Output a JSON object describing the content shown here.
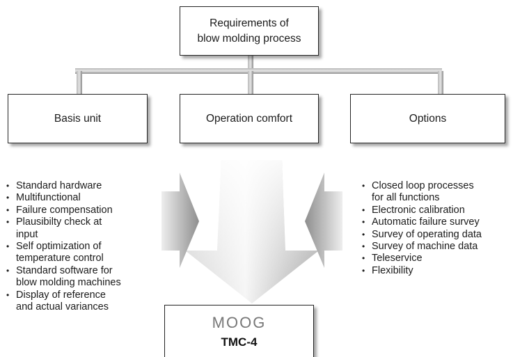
{
  "top_box": {
    "label": "Requirements of\nblow molding process"
  },
  "boxes": [
    {
      "label": "Basis unit"
    },
    {
      "label": "Operation comfort"
    },
    {
      "label": "Options"
    }
  ],
  "left_list": [
    "Standard hardware",
    "Multifunctional",
    "Failure compensation",
    "Plausibilty check at\ninput",
    "Self optimization of\ntemperature control",
    "Standard software for\nblow molding machines",
    "Display of reference\nand actual variances"
  ],
  "right_list": [
    "Closed loop processes\nfor all functions",
    "Electronic calibration",
    "Automatic failure survey",
    "Survey of operating data",
    "Survey of machine data",
    "Teleservice",
    "Flexibility"
  ],
  "product": {
    "brand": "MOOG",
    "model": "TMC-4"
  },
  "colors": {
    "connector": "#9a9a9a",
    "arrow_light": "#f2f2f2",
    "arrow_dark": "#8c8c8c"
  }
}
